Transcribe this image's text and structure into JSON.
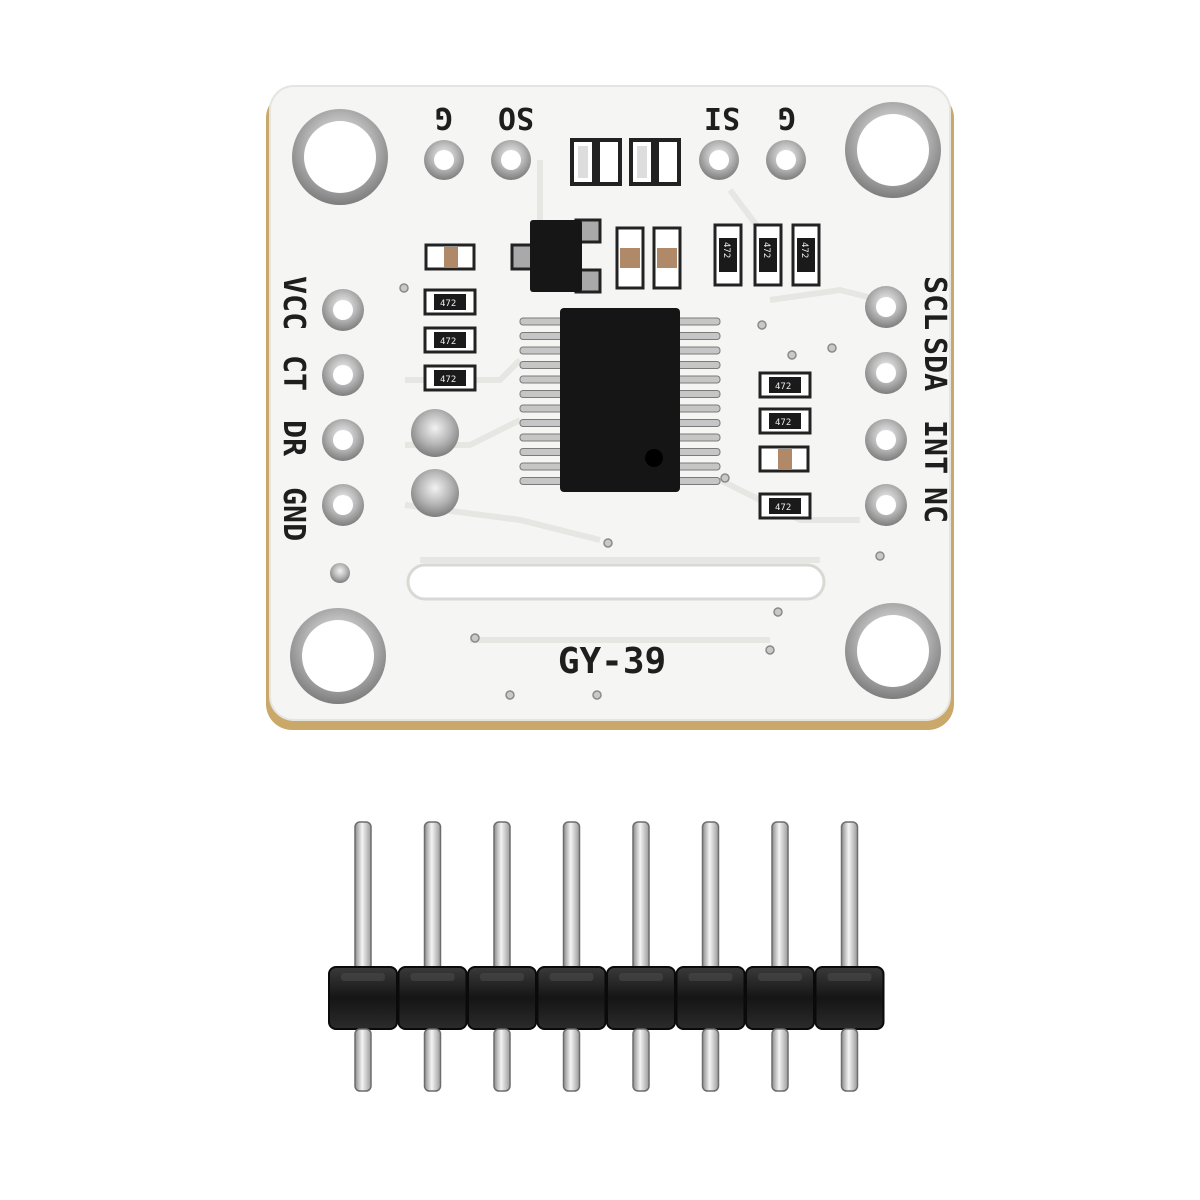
{
  "board": {
    "model": "GY-39",
    "top_labels": [
      "G",
      "SO",
      "SI",
      "G"
    ],
    "left_labels": [
      "VCC",
      "CT",
      "DR",
      "GND"
    ],
    "right_labels": [
      "SCL",
      "SDA",
      "INT",
      "NC"
    ],
    "resistor_marking": "472"
  },
  "pin_header": {
    "pin_count": 8
  },
  "colors": {
    "pcb": "#f5f5f3",
    "pcb_edge": "#c9a86a",
    "pad": "#b8b8b8",
    "chip": "#151515",
    "header_plastic": "#1a1a1a"
  }
}
